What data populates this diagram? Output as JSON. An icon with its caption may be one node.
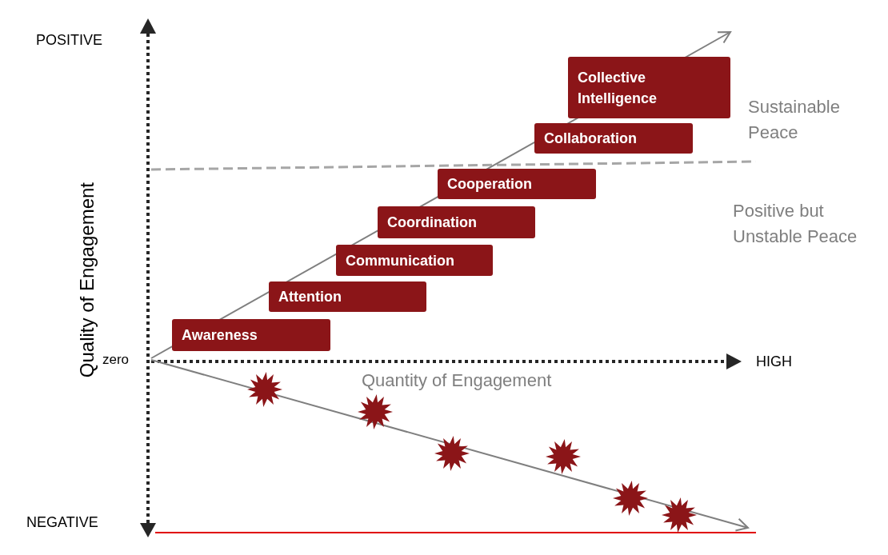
{
  "diagram": {
    "nodes": [
      {
        "text": [
          "Awareness"
        ]
      },
      {
        "text": [
          "Attention"
        ]
      },
      {
        "text": [
          "Communication"
        ]
      },
      {
        "text": [
          "Coordination"
        ]
      },
      {
        "text": [
          "Cooperation"
        ]
      },
      {
        "text": [
          "Collaboration"
        ]
      },
      {
        "text": [
          "Collective Intelligence"
        ]
      },
      {
        "text": [],
        "shape": "starburst"
      },
      {
        "text": [],
        "shape": "starburst"
      },
      {
        "text": [],
        "shape": "starburst"
      },
      {
        "text": [],
        "shape": "starburst"
      },
      {
        "text": [],
        "shape": "starburst"
      },
      {
        "text": [],
        "shape": "starburst"
      }
    ],
    "labels": [
      "POSITIVE",
      "Sustainable Peace",
      "Quality of Engagement",
      "Positive but Unstable Peace",
      "zero",
      "HIGH",
      "Quantity of Engagement",
      "NEGATIVE"
    ]
  }
}
